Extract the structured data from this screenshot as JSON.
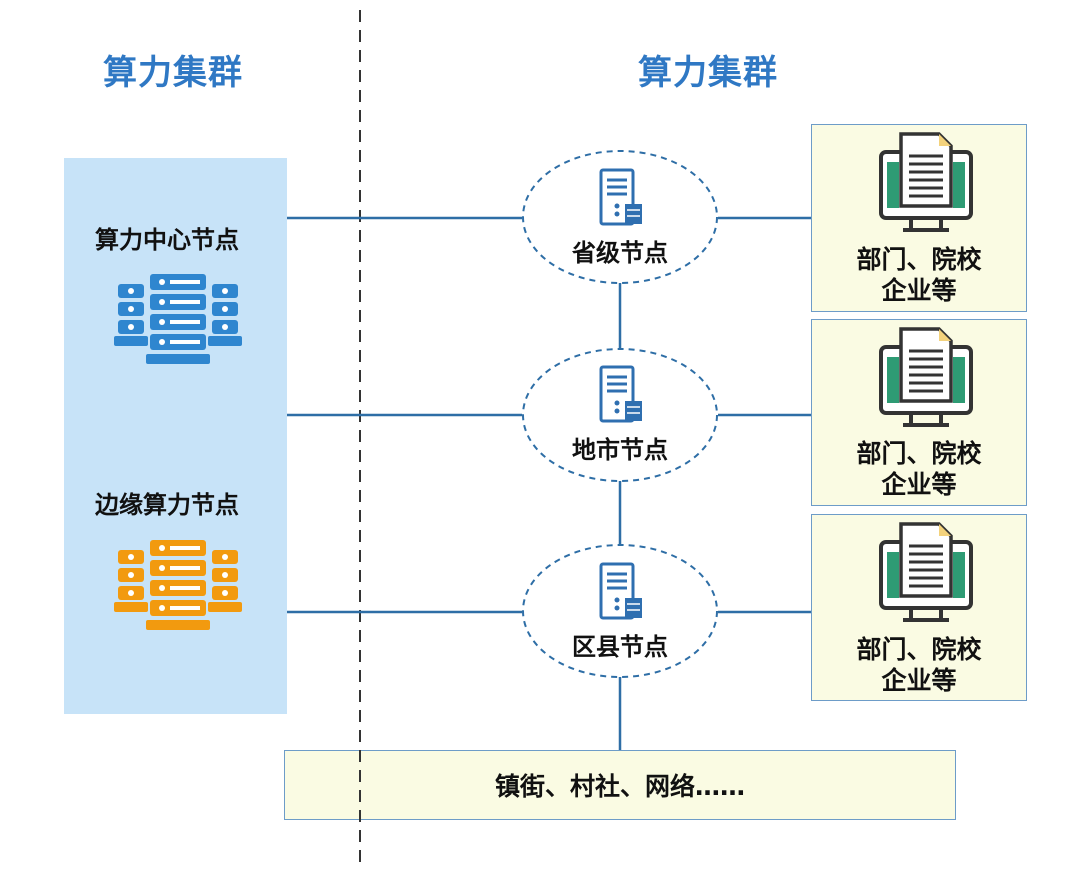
{
  "left_column": {
    "title": "算力集群",
    "center_node_label": "算力中心节点",
    "edge_node_label": "边缘算力节点",
    "center_icon": "server-rack-icon",
    "edge_icon": "server-rack-icon"
  },
  "right_column": {
    "title": "算力集群",
    "nodes": [
      {
        "label": "省级节点",
        "icon": "server-tower-icon"
      },
      {
        "label": "地市节点",
        "icon": "server-tower-icon"
      },
      {
        "label": "区县节点",
        "icon": "server-tower-icon"
      }
    ],
    "targets": [
      {
        "line1": "部门、院校",
        "line2": "企业等",
        "icon": "monitor-document-icon"
      },
      {
        "line1": "部门、院校",
        "line2": "企业等",
        "icon": "monitor-document-icon"
      },
      {
        "line1": "部门、院校",
        "line2": "企业等",
        "icon": "monitor-document-icon"
      }
    ],
    "bottom_label": "镇街、村社、网络……"
  },
  "colors": {
    "title_blue": "#2f78c4",
    "line_blue": "#2e6ea6",
    "panel_blue": "#c7e3f8",
    "center_server": "#2f86cf",
    "edge_server": "#f29a0f",
    "box_fill": "#fafbe3",
    "monitor_green": "#2e9b74"
  }
}
